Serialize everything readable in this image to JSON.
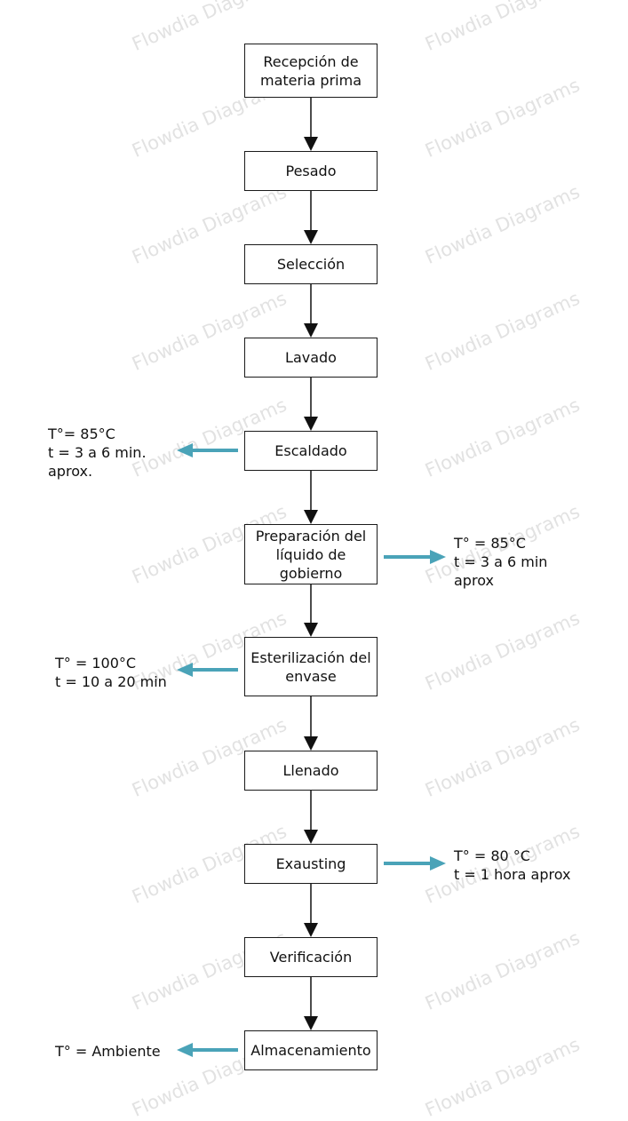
{
  "watermark": "Flowdia Diagrams",
  "colors": {
    "flow_arrow": "#111111",
    "side_arrow": "#4aa3b8",
    "box_border": "#1a1a1a"
  },
  "steps": [
    {
      "id": "recepcion",
      "label": "Recepción de materia prima"
    },
    {
      "id": "pesado",
      "label": "Pesado"
    },
    {
      "id": "seleccion",
      "label": "Selección"
    },
    {
      "id": "lavado",
      "label": "Lavado"
    },
    {
      "id": "escaldado",
      "label": "Escaldado"
    },
    {
      "id": "preparacion",
      "label": "Preparación del líquido de gobierno"
    },
    {
      "id": "esterilizacion",
      "label": "Esterilización del envase"
    },
    {
      "id": "llenado",
      "label": "Llenado"
    },
    {
      "id": "exausting",
      "label": "Exausting"
    },
    {
      "id": "verificacion",
      "label": "Verificación"
    },
    {
      "id": "almacenamiento",
      "label": "Almacenamiento"
    }
  ],
  "annotations": [
    {
      "step": "escaldado",
      "side": "left",
      "text": "T°= 85°C\nt = 3 a 6 min.\naprox."
    },
    {
      "step": "preparacion",
      "side": "right",
      "text": "T° = 85°C\nt = 3 a 6 min\naprox"
    },
    {
      "step": "esterilizacion",
      "side": "left",
      "text": "T° = 100°C\nt = 10 a 20 min"
    },
    {
      "step": "exausting",
      "side": "right",
      "text": "T° = 80 °C\nt = 1 hora aprox"
    },
    {
      "step": "almacenamiento",
      "side": "left",
      "text": "T° = Ambiente"
    }
  ]
}
